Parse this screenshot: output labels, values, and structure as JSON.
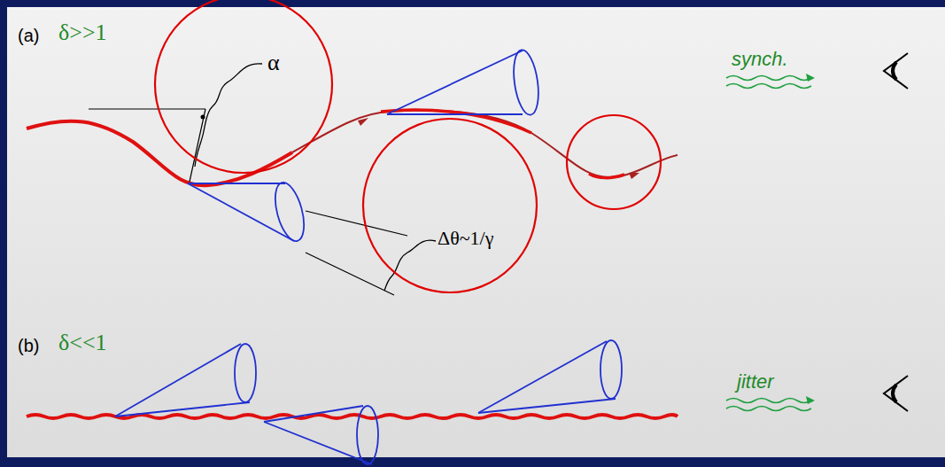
{
  "diagram": {
    "labels": [
      "(a)",
      "δ>>1",
      "α",
      "Δθ~1/γ",
      "synch.",
      "(b)",
      "δ<<1",
      "jitter"
    ]
  }
}
